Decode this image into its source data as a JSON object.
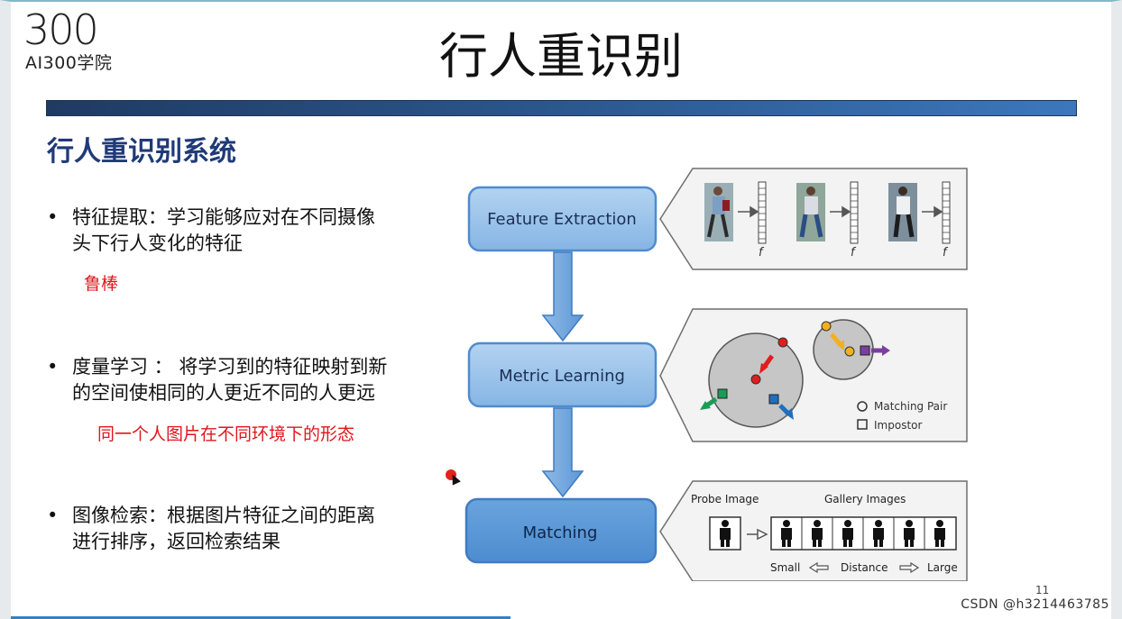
{
  "logo": {
    "big": "300",
    "small": "AI300学院"
  },
  "slide_title": "行人重识别",
  "section_title": "行人重识别系统",
  "bullets": [
    {
      "line1": "特征提取：学习能够应对在不同摄像",
      "line2": "头下行人变化的特征",
      "note": "鲁棒"
    },
    {
      "line1": "度量学习 ： 将学习到的特征映射到新",
      "line2": "的空间使相同的人更近不同的人更远",
      "note": "同一个人图片在不同环境下的形态"
    },
    {
      "line1": "图像检索：根据图片特征之间的距离",
      "line2": "进行排序，返回检索结果",
      "note": ""
    }
  ],
  "bullet_char": "•",
  "diagram": {
    "stages": [
      "Feature Extraction",
      "Metric Learning",
      "Matching"
    ],
    "feature_label": "f",
    "legend_matching_pair": "Matching Pair",
    "legend_impostor": "Impostor",
    "probe_label": "Probe Image",
    "gallery_label": "Gallery Images",
    "small_label": "Small",
    "distance_label": "Distance",
    "large_label": "Large"
  },
  "page_number": "11",
  "watermark": "CSDN @h3214463785",
  "colors": {
    "title_bar": "#2d5a92",
    "section": "#1f3a78",
    "note": "#e0161b",
    "box_fill": "#9cc3ea",
    "box_border": "#4f8bd0",
    "matching_fill": "#5b9ad8"
  }
}
